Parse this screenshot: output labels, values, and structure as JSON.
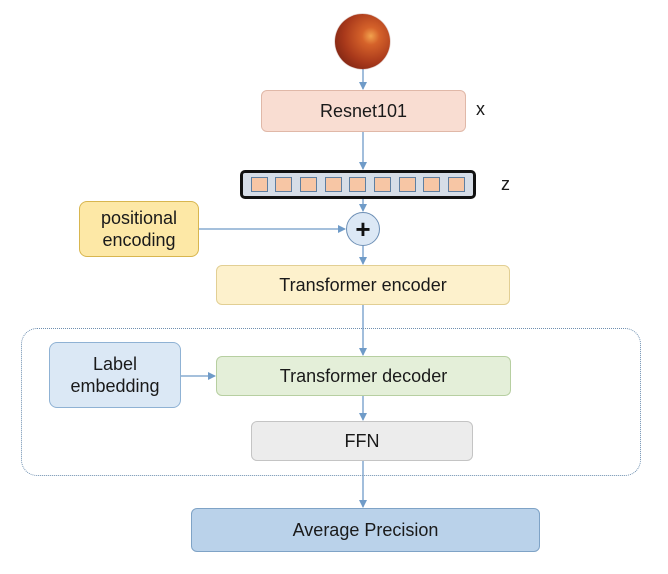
{
  "nodes": {
    "resnet": "Resnet101",
    "positional_encoding": "positional\nencoding",
    "transformer_encoder": "Transformer encoder",
    "label_embedding": "Label\nembedding",
    "transformer_decoder": "Transformer decoder",
    "ffn": "FFN",
    "average_precision": "Average Precision",
    "plus": "+"
  },
  "tags": {
    "x": "x",
    "z": "z"
  },
  "embedding_cell_count": 9,
  "colors": {
    "arrow": "#6f9bc8",
    "resnet_fill": "#f9ddd2",
    "positional_encoding_fill": "#fde8a6",
    "encoder_fill": "#fdf1cc",
    "label_embedding_fill": "#dbe8f5",
    "decoder_fill": "#e4efd9",
    "ffn_fill": "#ececec",
    "average_precision_fill": "#bad2ea"
  }
}
